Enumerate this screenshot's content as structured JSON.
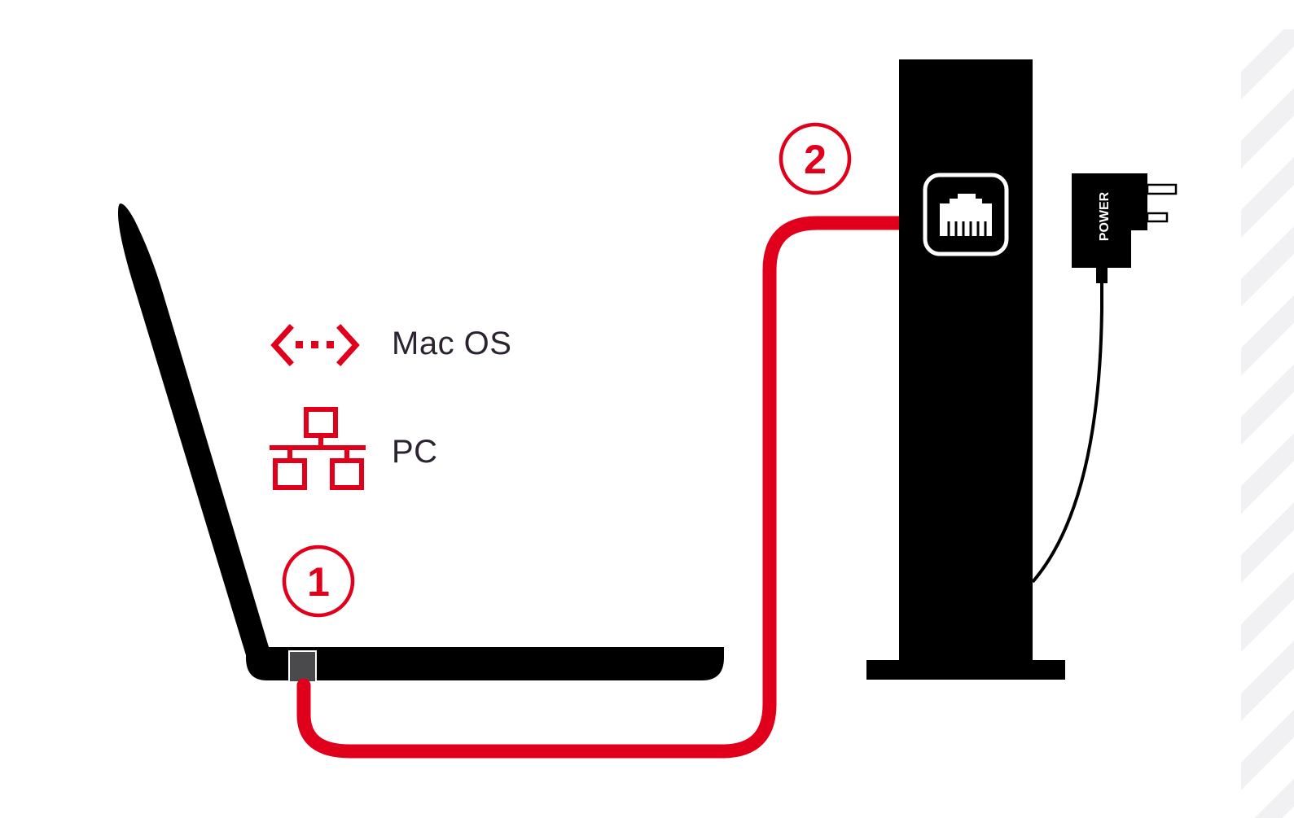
{
  "colors": {
    "accent": "#e0001b",
    "device": "#000000",
    "port": "#4a4a4c",
    "text": "#2b2430",
    "stripe": "#eeeef2"
  },
  "legend": {
    "mac": {
      "label": "Mac OS",
      "icon": "chevron-dots-icon"
    },
    "pc": {
      "label": "PC",
      "icon": "network-icon"
    }
  },
  "steps": [
    {
      "number": "1"
    },
    {
      "number": "2"
    }
  ],
  "adapter": {
    "label": "POWER"
  }
}
